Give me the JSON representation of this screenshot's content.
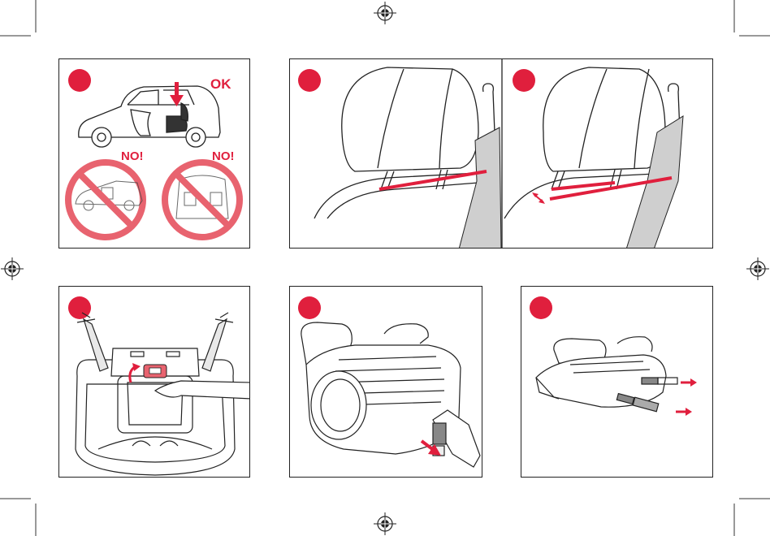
{
  "colors": {
    "accent": "#e01f3d",
    "no_sign": "#e8636f",
    "belt_gray": "#cfcfcf",
    "ink": "#222222"
  },
  "labels": {
    "ok": "OK",
    "no_left": "NO!",
    "no_right": "NO!"
  },
  "icons": [
    "registration-mark-icon",
    "step-circle-icon",
    "prohibited-icon",
    "arrow-icon"
  ]
}
